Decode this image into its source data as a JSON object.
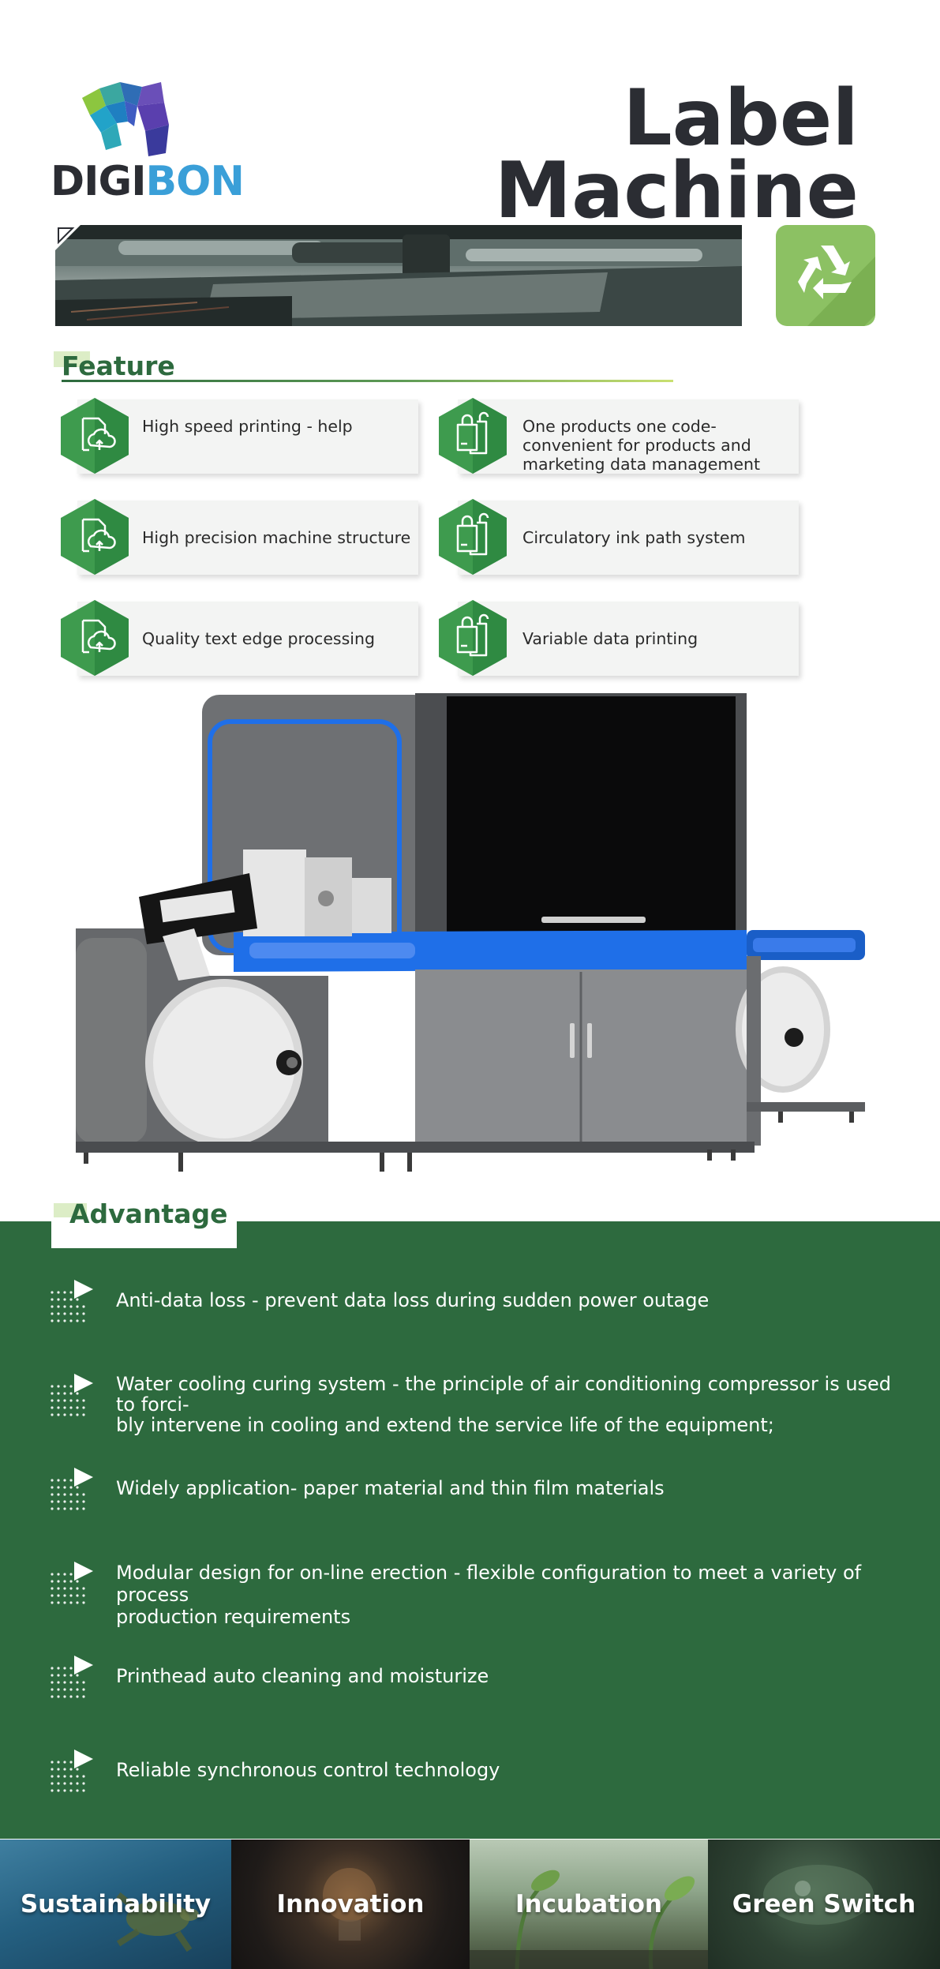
{
  "brand": {
    "logo_part1": "DIGI",
    "logo_part2": "BON"
  },
  "title": {
    "line1": "Label",
    "line2": "Machine"
  },
  "feature": {
    "heading": "Feature",
    "items": [
      {
        "label": "High speed printing - help",
        "icon": "document-upload-icon"
      },
      {
        "label": "One products one code- convenient for products and marketing data management",
        "icon": "shopping-bags-icon"
      },
      {
        "label": "High precision machine structure",
        "icon": "document-upload-icon"
      },
      {
        "label": "Circulatory ink path system",
        "icon": "shopping-bags-icon"
      },
      {
        "label": "Quality text edge processing",
        "icon": "document-upload-icon"
      },
      {
        "label": "Variable data printing",
        "icon": "shopping-bags-icon"
      }
    ]
  },
  "advantage": {
    "heading": "Advantage",
    "items": [
      {
        "line1": "Anti-data loss - prevent data loss during sudden power outage",
        "line2": "",
        "line3": ""
      },
      {
        "line1": "Water cooling curing system - the principle of air conditioning compressor is used",
        "line2": "to forci-",
        "line3": "bly intervene in cooling and extend the service life of the equipment;"
      },
      {
        "line1": "Widely application- paper material and thin film materials",
        "line2": "",
        "line3": ""
      },
      {
        "line1": "Modular design for on-line erection - flexible configuration to meet a variety of",
        "line2": "process",
        "line3": "production requirements"
      },
      {
        "line1": "Printhead auto cleaning and moisturize",
        "line2": "",
        "line3": ""
      },
      {
        "line1": "Reliable synchronous control technology",
        "line2": "",
        "line3": ""
      }
    ]
  },
  "footer_strip": [
    {
      "label": "Sustainability"
    },
    {
      "label": "Innovation"
    },
    {
      "label": "Incubation"
    },
    {
      "label": "Green Switch"
    }
  ],
  "colors": {
    "brand_green": "#2d6a3e",
    "hex_green": "#3e9b4e",
    "recycle_green": "#8cc163",
    "machine_blue": "#1f6fe8",
    "logo_blue": "#3a9fd8",
    "title_dark": "#2b2d33"
  }
}
